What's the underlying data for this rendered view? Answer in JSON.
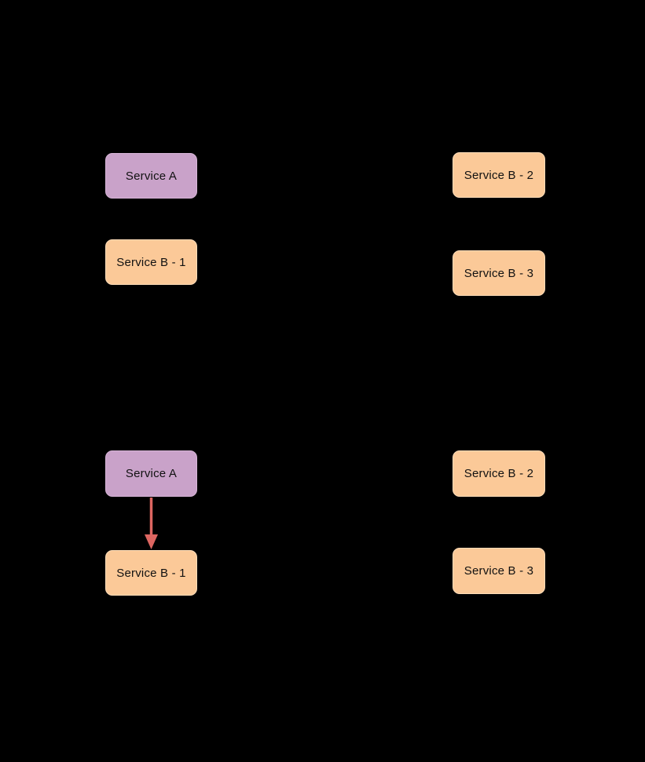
{
  "diagram": {
    "background": "#000000",
    "colors": {
      "service_a_fill": "#c9a2c9",
      "service_a_stroke": "#d6b4d6",
      "service_b_fill": "#fbc998",
      "service_b_stroke": "#fddcb8",
      "arrow": "#dd6661",
      "label_text": "#111111"
    },
    "top_group": {
      "service_a": {
        "label": "Service A"
      },
      "service_b_1": {
        "label": "Service B - 1"
      },
      "service_b_2": {
        "label": "Service B - 2"
      },
      "service_b_3": {
        "label": "Service B - 3"
      }
    },
    "bottom_group": {
      "service_a": {
        "label": "Service A"
      },
      "service_b_1": {
        "label": "Service B - 1"
      },
      "service_b_2": {
        "label": "Service B - 2"
      },
      "service_b_3": {
        "label": "Service B - 3"
      },
      "edge": {
        "from": "Service A",
        "to": "Service B - 1"
      }
    }
  }
}
